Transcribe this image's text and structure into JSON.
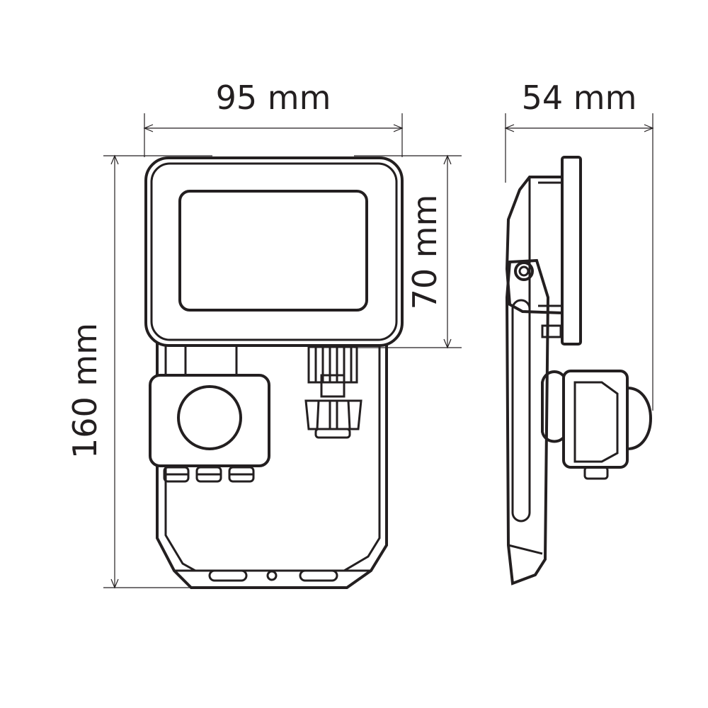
{
  "dimensions": {
    "width_label": "95 mm",
    "depth_label": "54 mm",
    "height_label": "160 mm",
    "lamp_height_label": "70 mm"
  },
  "colors": {
    "line": "#231f20",
    "background": "#ffffff"
  }
}
